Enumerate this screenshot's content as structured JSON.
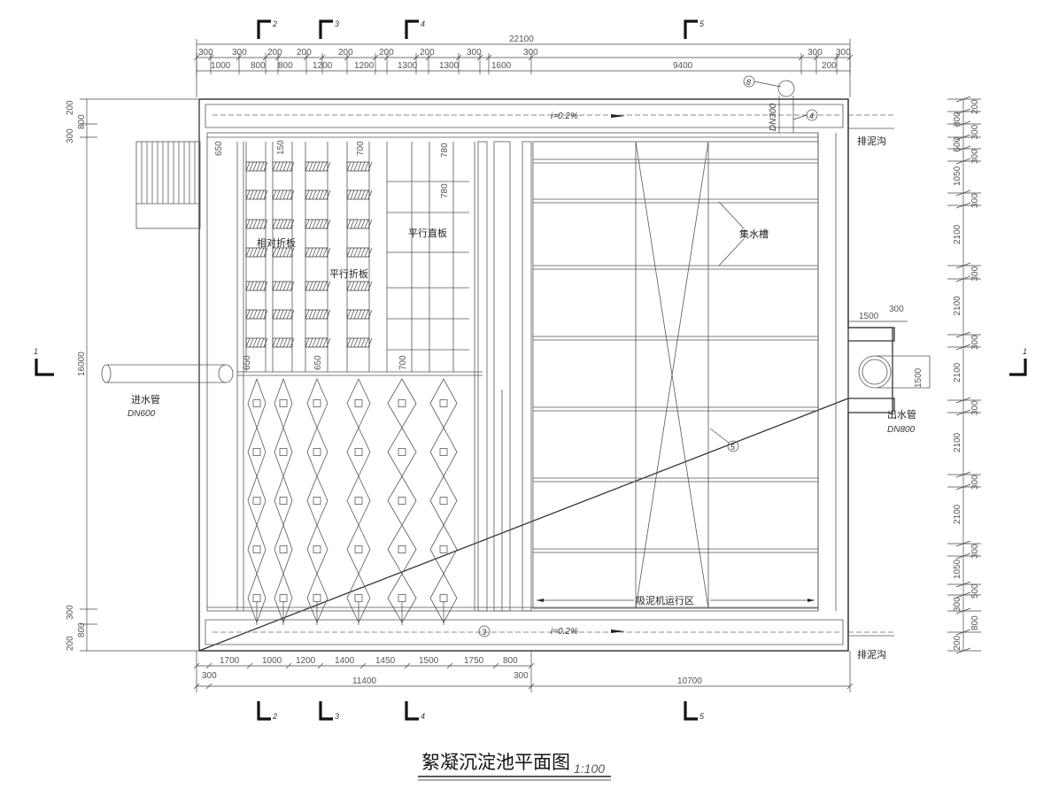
{
  "title": {
    "main": "絮凝沉淀池平面图",
    "scale": "1:100"
  },
  "section_marks": [
    {
      "id": "s2-top",
      "label": "2"
    },
    {
      "id": "s3-top",
      "label": "3"
    },
    {
      "id": "s4-top",
      "label": "4"
    },
    {
      "id": "s5-top",
      "label": "5"
    },
    {
      "id": "s2-bot",
      "label": "2"
    },
    {
      "id": "s3-bot",
      "label": "3"
    },
    {
      "id": "s4-bot",
      "label": "4"
    },
    {
      "id": "s5-bot",
      "label": "5"
    },
    {
      "id": "s1-left",
      "label": "1"
    },
    {
      "id": "s1-right",
      "label": "1"
    }
  ],
  "top_dimensions": {
    "overall": "22100",
    "row1": [
      "300",
      "300",
      "200",
      "200",
      "200",
      "200",
      "200",
      "300",
      "300",
      "300",
      "300"
    ],
    "row2": [
      "1000",
      "800",
      "800",
      "1200",
      "1200",
      "1300",
      "1300",
      "1600",
      "9400",
      "200"
    ]
  },
  "bottom_dimensions": {
    "row1": [
      "1700",
      "1000",
      "1200",
      "1400",
      "1450",
      "1500",
      "1750",
      "800"
    ],
    "row2": [
      "300",
      "11400",
      "10700",
      "300"
    ]
  },
  "left_dimensions": {
    "overall": "16000",
    "top": [
      "200",
      "300",
      "800"
    ],
    "bottom": [
      "300",
      "800",
      "200"
    ]
  },
  "right_dimensions": [
    "200",
    "800",
    "300",
    "500",
    "300",
    "1050",
    "300",
    "2100",
    "300",
    "2100",
    "300",
    "2100",
    "300",
    "2100",
    "300",
    "2100",
    "300",
    "1050",
    "500",
    "300",
    "800",
    "200"
  ],
  "inner_dimensions": [
    "650",
    "150",
    "700",
    "780",
    "780",
    "650",
    "650",
    "700",
    "1500",
    "300",
    "1500"
  ],
  "labels": {
    "inlet_pipe": "进水管",
    "inlet_dn": "DN600",
    "outlet_pipe": "出水管",
    "outlet_dn": "DN800",
    "sludge_ditch_top": "排泥沟",
    "sludge_ditch_bottom": "排泥沟",
    "slope_top": "i=0.2%",
    "slope_bottom": "i=0.2%",
    "opposed_baffle": "相对折板",
    "parallel_baffle": "平行折板",
    "parallel_straight": "平行直板",
    "collection_trough": "集水槽",
    "scraper_zone": "吸泥机运行区",
    "pipe_dn300": "DN300"
  },
  "callouts": [
    "8",
    "4",
    "5",
    "3"
  ]
}
